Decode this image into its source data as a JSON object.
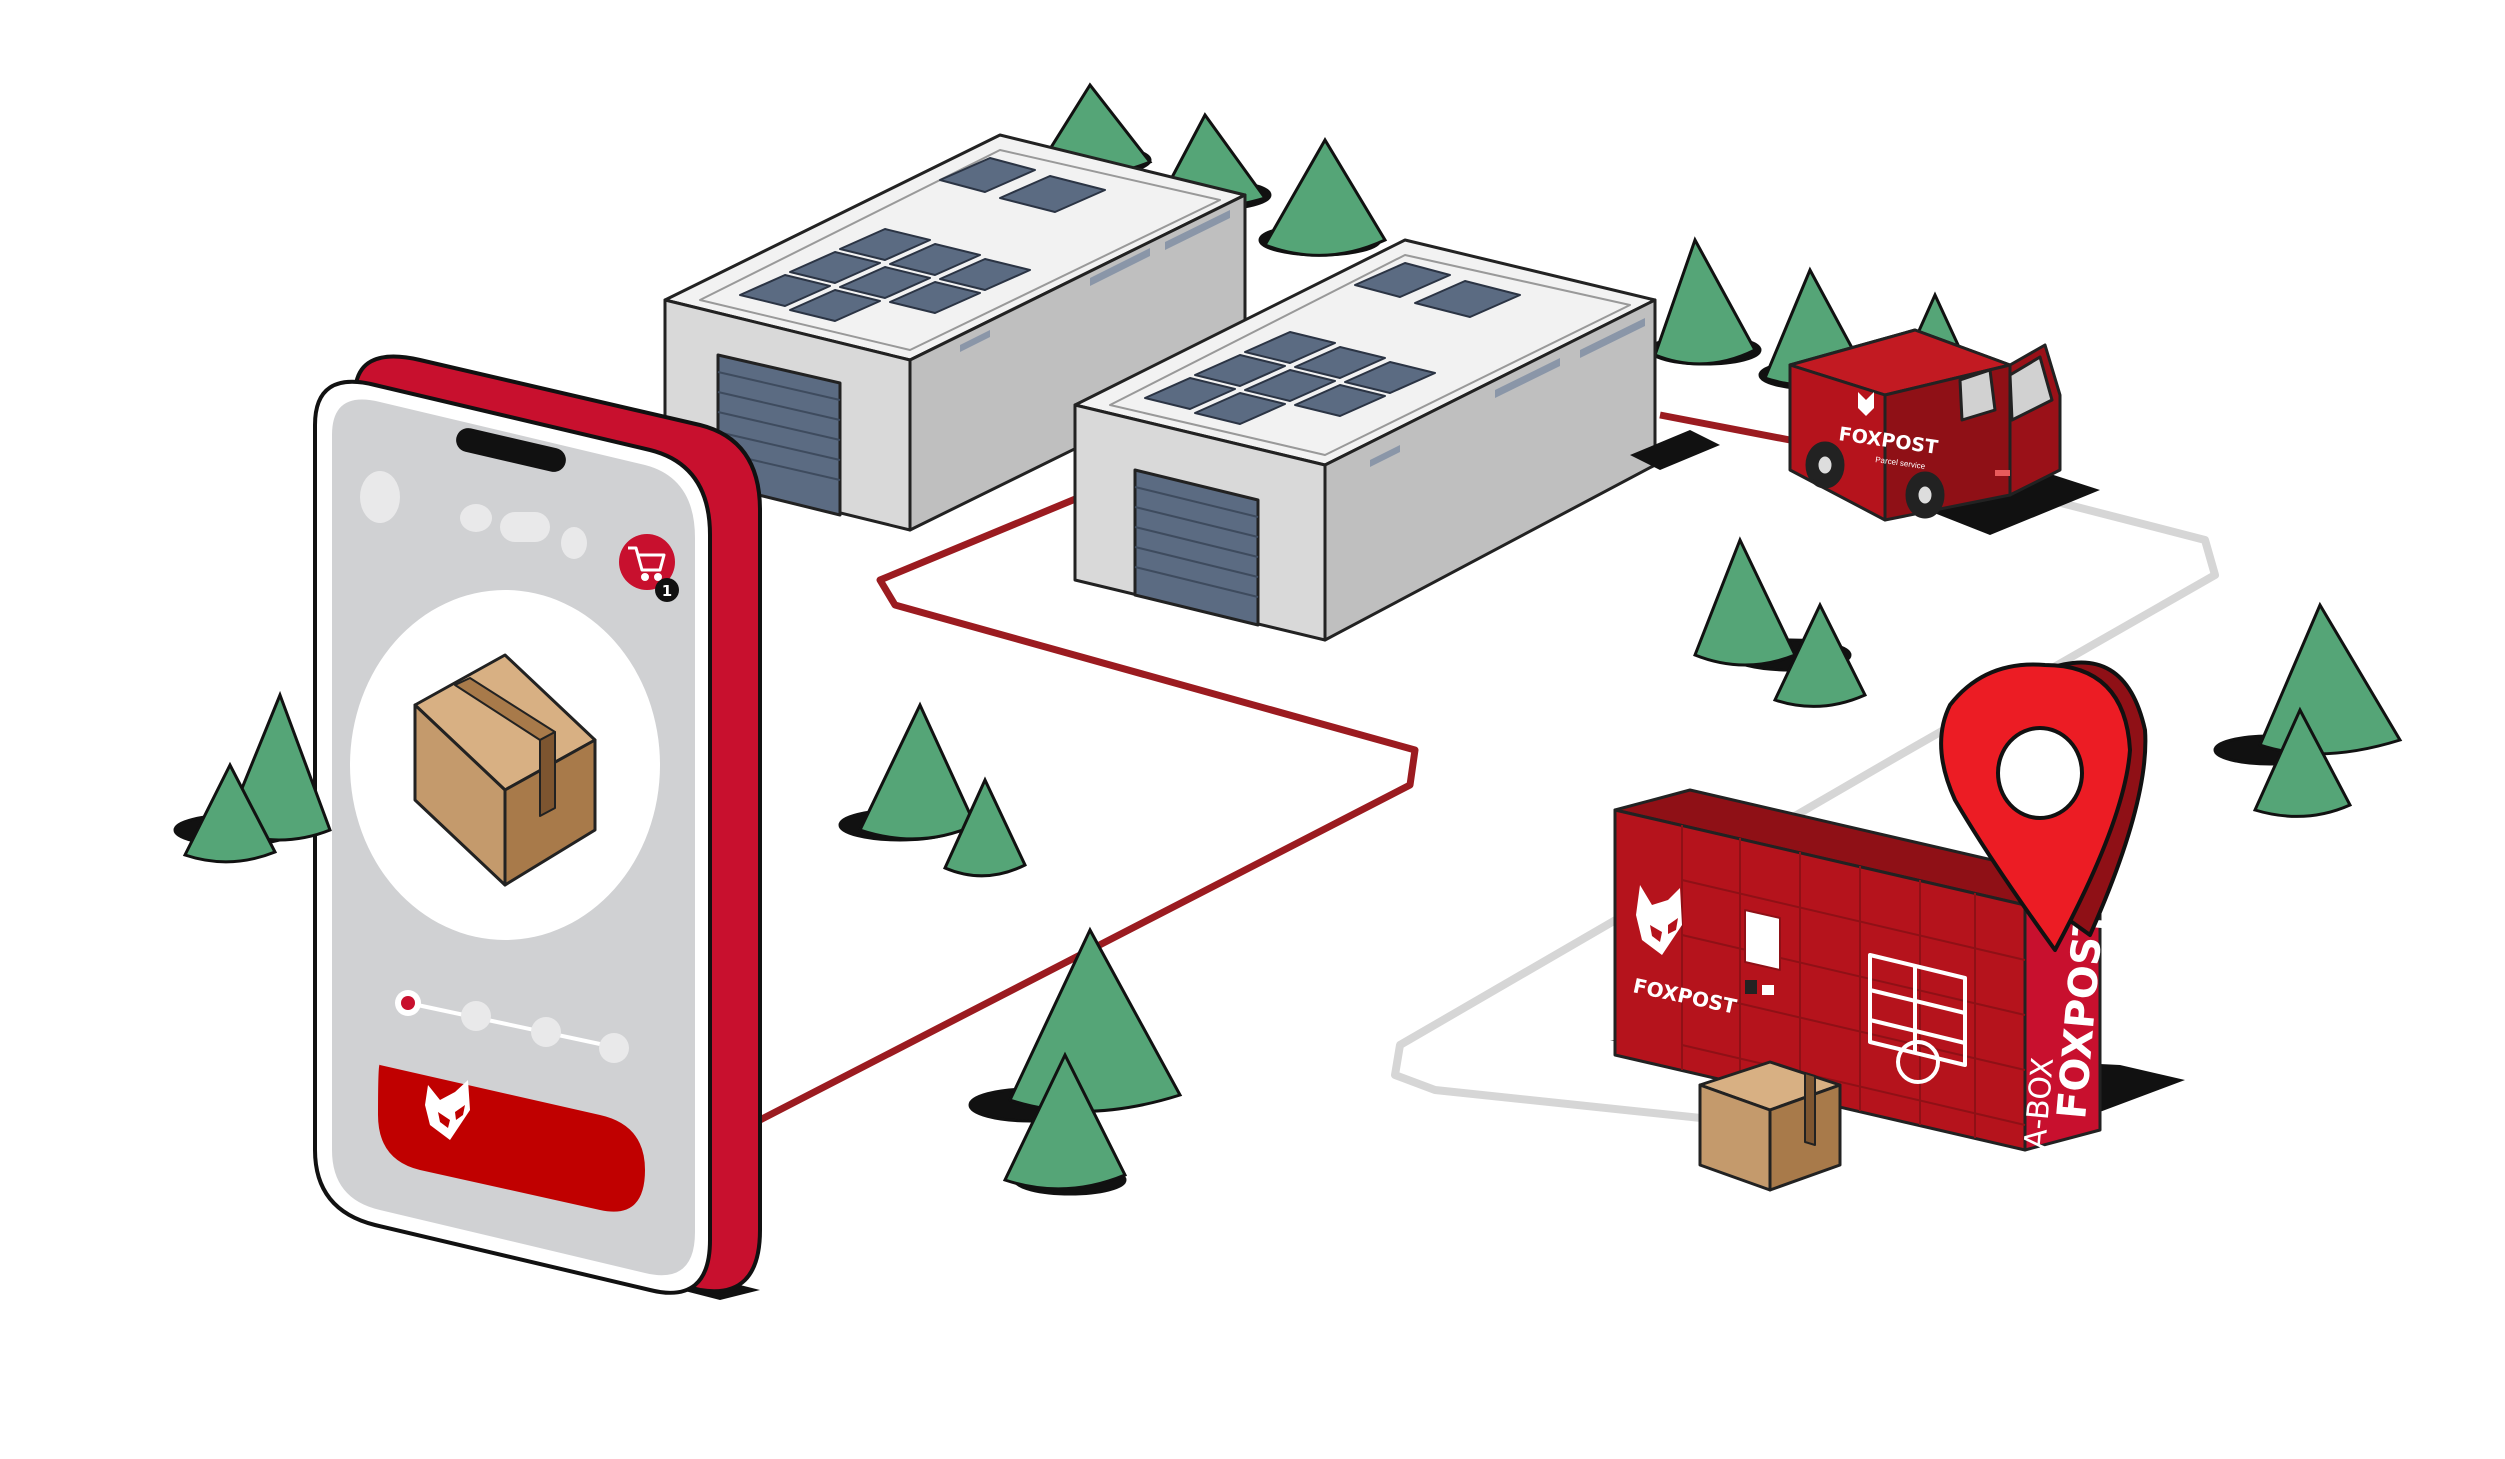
{
  "colors": {
    "brand_red": "#c8102e",
    "dark_red": "#8f1016",
    "tree_green": "#55a577",
    "building_grey": "#d3d3d3",
    "route_red": "#9b1b20",
    "route_grey": "#d6d6d6",
    "box_brown": "#c49a6c",
    "pin_red": "#ec1c24"
  },
  "phone": {
    "cart_badge_count": "1",
    "cart_icon": "shopping-cart-icon",
    "product_icon": "parcel-box-icon",
    "button_icon": "fox-logo-icon",
    "progress_steps": 4,
    "progress_active_step": 1
  },
  "van": {
    "brand": "FOXPOST",
    "tagline": "Parcel service"
  },
  "locker": {
    "brand_front": "FOXPOST",
    "brand_side": "FOXPOST",
    "model_label": "A-BOX",
    "pin_icon": "map-pin-icon"
  }
}
